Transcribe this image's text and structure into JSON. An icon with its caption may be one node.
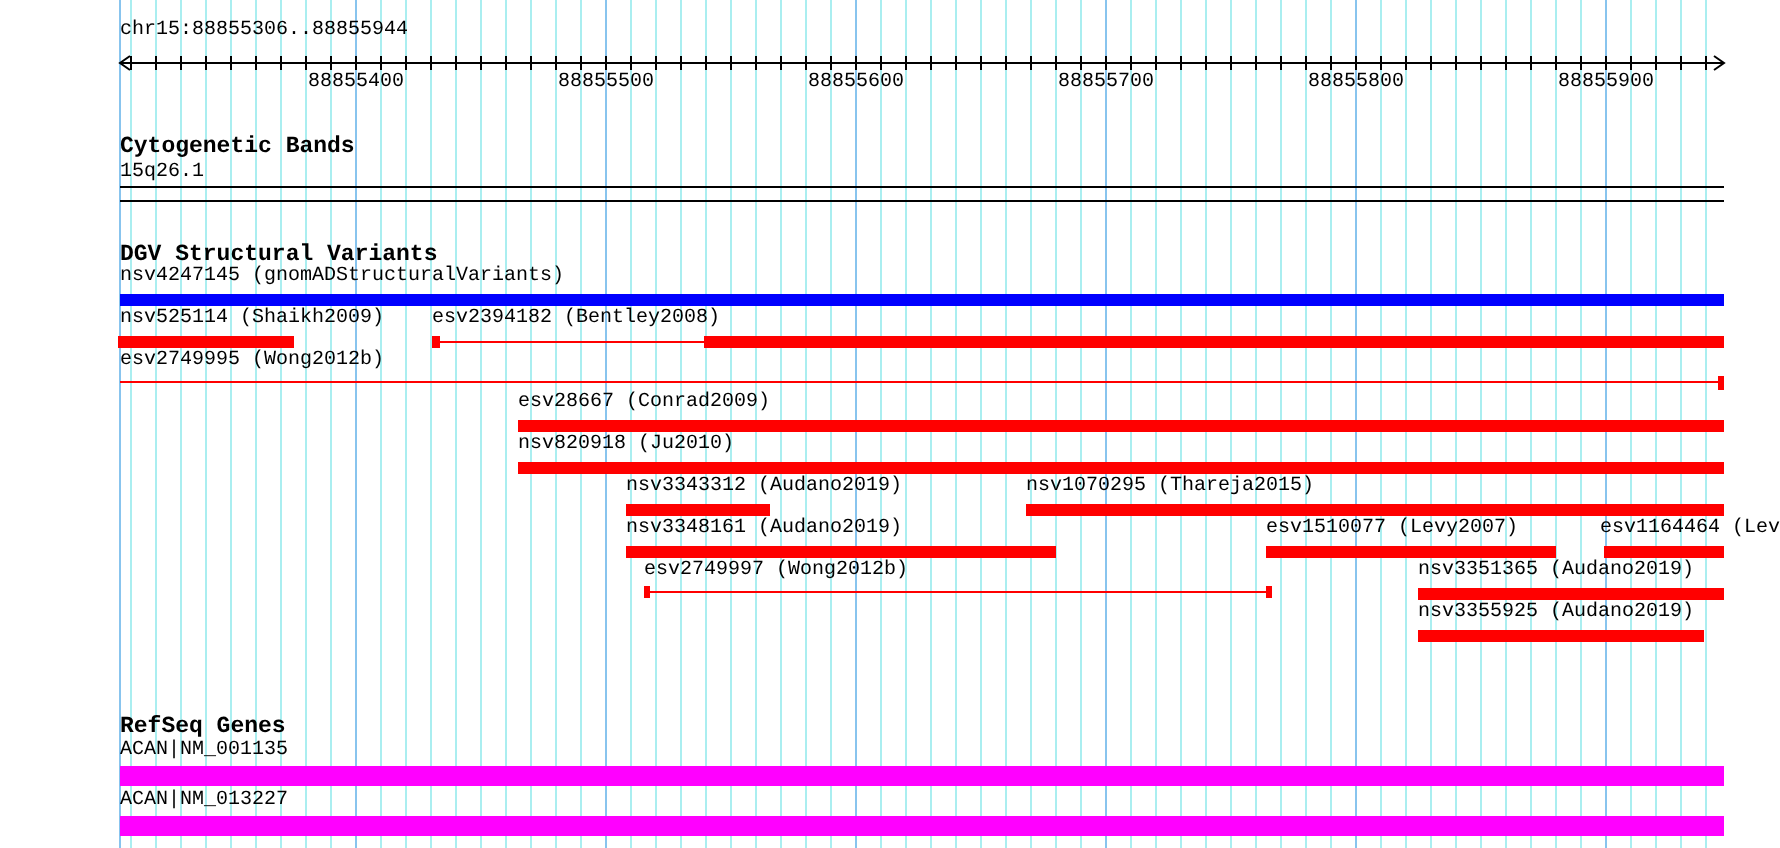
{
  "diagram": {
    "nodes": [
      {
        "text": [
          "nsv4247145 (gnomADStructuralVariants)"
        ]
      },
      {
        "text": [
          "nsv525114 (Shaikh2009)"
        ]
      },
      {
        "text": [
          "esv2394182 (Bentley2008)"
        ]
      },
      {
        "text": [
          "esv2749995 (Wong2012b)"
        ]
      },
      {
        "text": [
          "esv28667 (Conrad2009)"
        ]
      },
      {
        "text": [
          "nsv820918 (Ju2010)"
        ]
      },
      {
        "text": [
          "nsv3343312 (Audano2019)"
        ]
      },
      {
        "text": [
          "nsv1070295 (Thareja2015)"
        ]
      },
      {
        "text": [
          "nsv3348161 (Audano2019)"
        ]
      },
      {
        "text": [
          "esv1510077 (Levy2007)"
        ]
      },
      {
        "text": [
          "esv1164464 (Lev"
        ]
      },
      {
        "text": [
          "esv2749997 (Wong2012b)"
        ]
      },
      {
        "text": [
          "nsv3351365 (Audano2019)"
        ]
      },
      {
        "text": [
          "nsv3355925 (Audano2019)"
        ]
      },
      {
        "text": [
          "ACAN|NM_001135"
        ]
      },
      {
        "text": [
          "ACAN|NM_013227"
        ]
      }
    ],
    "labels": [
      "chr15:88855306..88855944",
      "88855400",
      "88855500",
      "88855600",
      "88855700",
      "88855800",
      "88855900",
      "Cytogenetic Bands",
      "15q26.1",
      "DGV Structural Variants",
      "RefSeq Genes"
    ]
  }
}
